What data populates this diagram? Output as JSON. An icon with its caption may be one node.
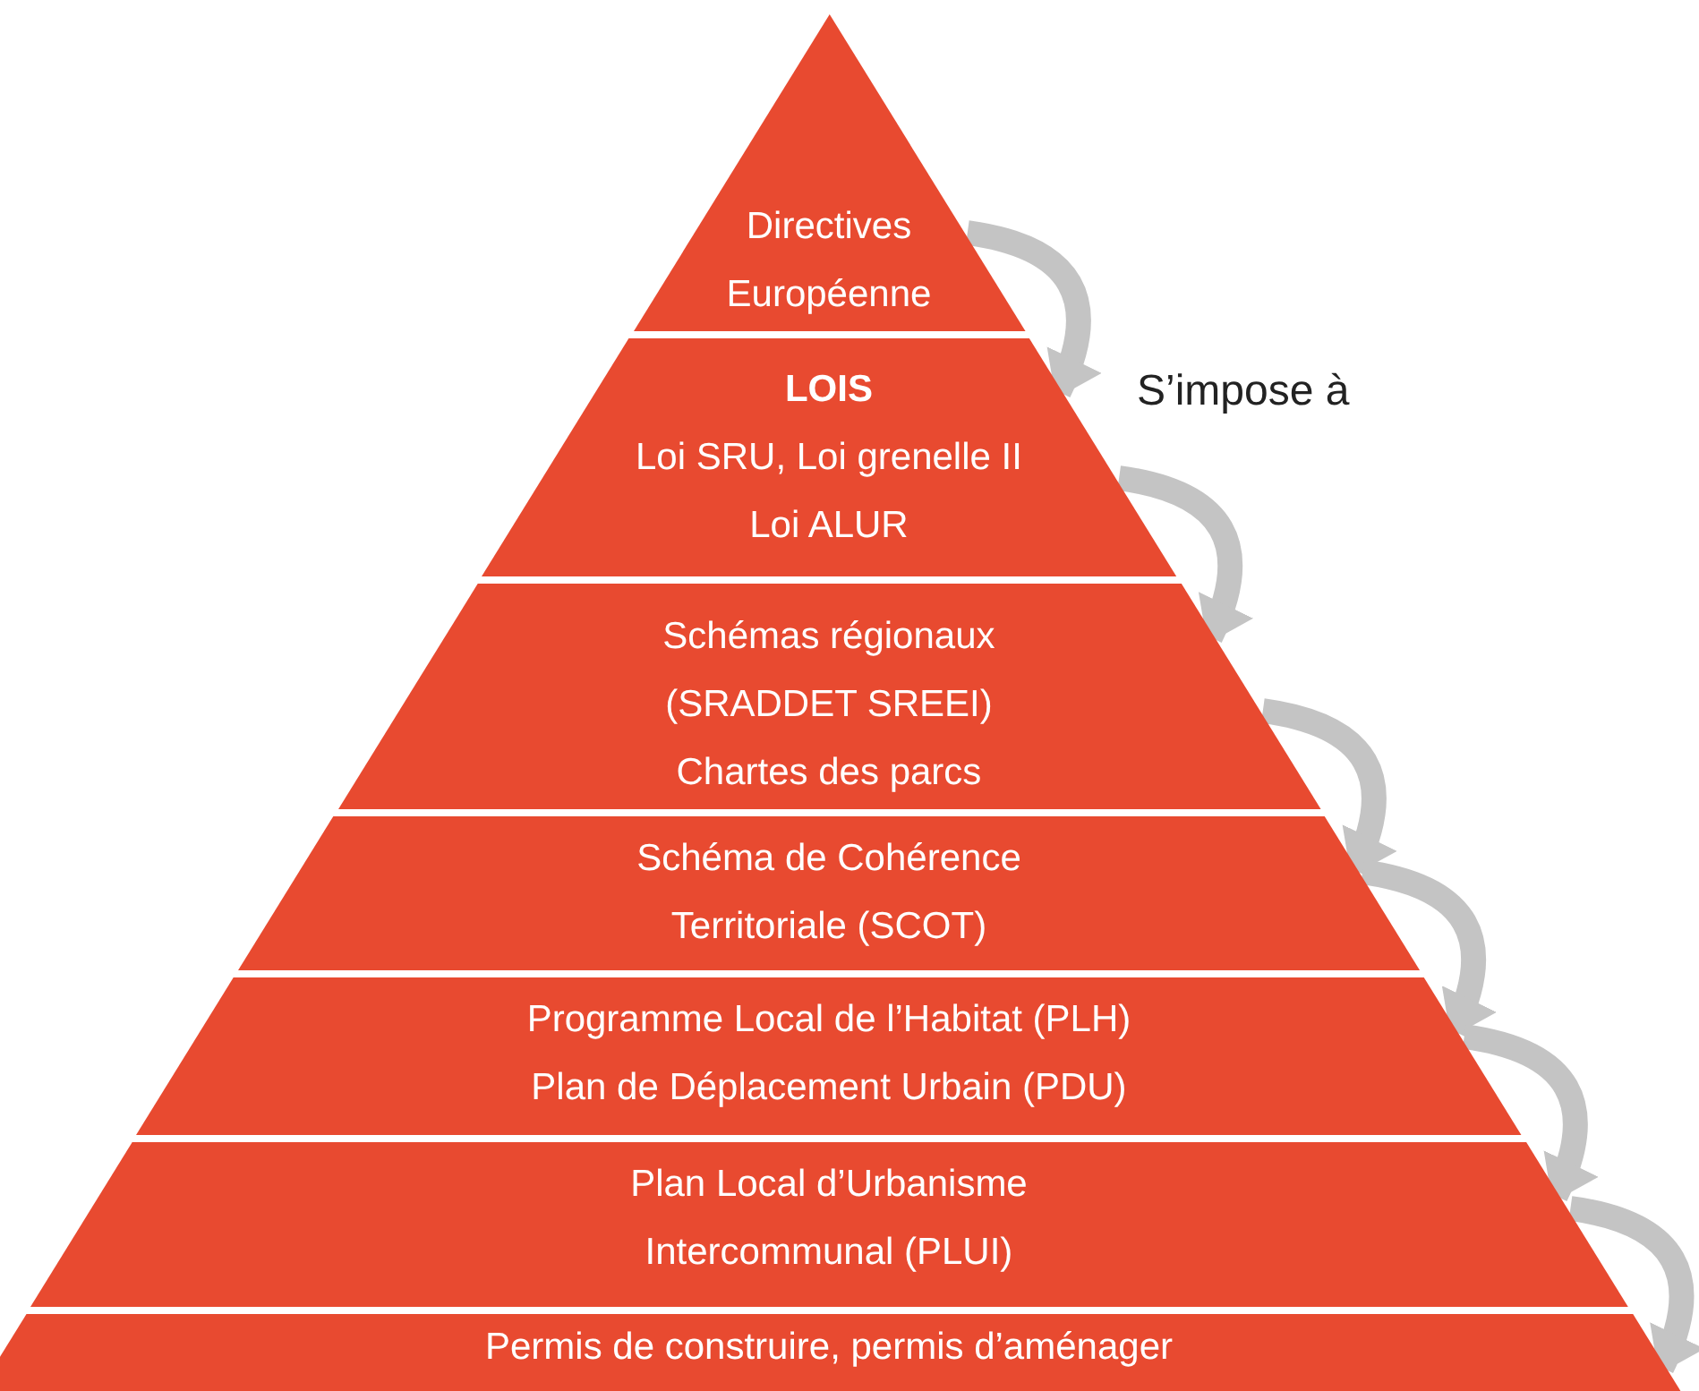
{
  "diagram": {
    "nodes": [
      {
        "text": [
          "Directives Européenne"
        ]
      },
      {
        "text": [
          "LOIS",
          "Loi SRU, Loi grenelle II",
          "Loi ALUR"
        ]
      },
      {
        "text": [
          "Schémas régionaux (SRADDET SREEI)",
          "Chartes des parcs"
        ]
      },
      {
        "text": [
          "Schéma de Cohérence Territoriale (SCOT)"
        ]
      },
      {
        "text": [
          "Programme Local de l’Habitat (PLH)",
          "Plan de Déplacement Urbain (PDU)"
        ]
      },
      {
        "text": [
          "Plan Local d’Urbanisme Intercommunal (PLUI)"
        ]
      },
      {
        "text": [
          "Permis de construire, permis d’aménager"
        ]
      }
    ],
    "edges": [
      {
        "from": 0,
        "to": 1,
        "arrow": "to"
      },
      {
        "from": 1,
        "to": 2,
        "arrow": "to"
      },
      {
        "from": 2,
        "to": 3,
        "arrow": "to"
      },
      {
        "from": 3,
        "to": 4,
        "arrow": "to"
      },
      {
        "from": 4,
        "to": 5,
        "arrow": "to"
      },
      {
        "from": 5,
        "to": 6,
        "arrow": "to"
      }
    ],
    "labels": [
      "S’impose à"
    ]
  }
}
